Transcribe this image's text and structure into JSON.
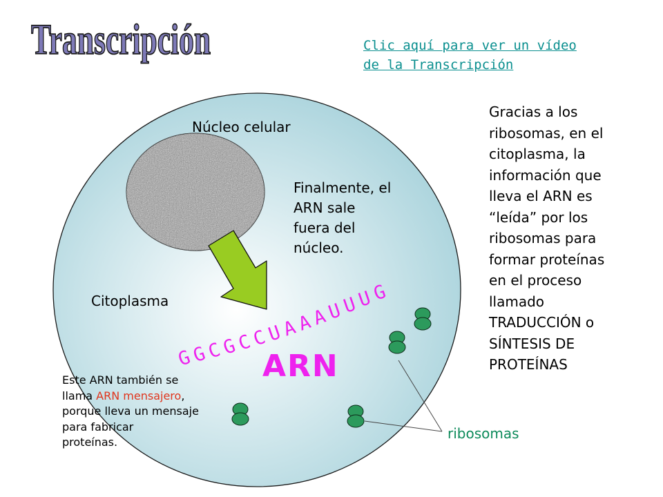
{
  "title": "Transcripción",
  "video_link": {
    "line1": "Clic aquí para ver un vídeo",
    "line2": "de la Transcripción"
  },
  "labels": {
    "nucleus": "Núcleo celular",
    "cytoplasm": "Citoplasma",
    "ribosomes": "ribosomas",
    "rna": "ARN",
    "sequence": "GGCGCCUAAAUUUG"
  },
  "exit_text": {
    "line1": "Finalmente, el",
    "line2": "ARN sale",
    "line3": "fuera del",
    "line4": "núcleo."
  },
  "translation_text": {
    "lines": [
      "Gracias a los",
      "ribosomas, en el",
      "citoplasma, la",
      "información que",
      "lleva el ARN es",
      "“leída” por los",
      "ribosomas para",
      "formar proteínas",
      "en el proceso",
      "llamado",
      "TRADUCCIÓN o",
      "SÍNTESIS DE",
      "PROTEÍNAS"
    ]
  },
  "note": {
    "line1": "Este ARN también se",
    "line2_a": "llama ",
    "line2_highlight": "ARN mensajero",
    "line2_b": ",",
    "line3": "porque lleva un mensaje",
    "line4": "para fabricar",
    "line5": "proteínas."
  },
  "colors": {
    "cell_edge": "#a9d3dc",
    "cell_center": "#ffffff",
    "nucleus": "#9a9a9a",
    "arrow": "#99cc22",
    "ribosome": "#2c9a5c",
    "sequence": "#ee22ee",
    "link": "#0a8f8f",
    "title_fill": "#7e7ab8",
    "highlight": "#e0341c"
  }
}
